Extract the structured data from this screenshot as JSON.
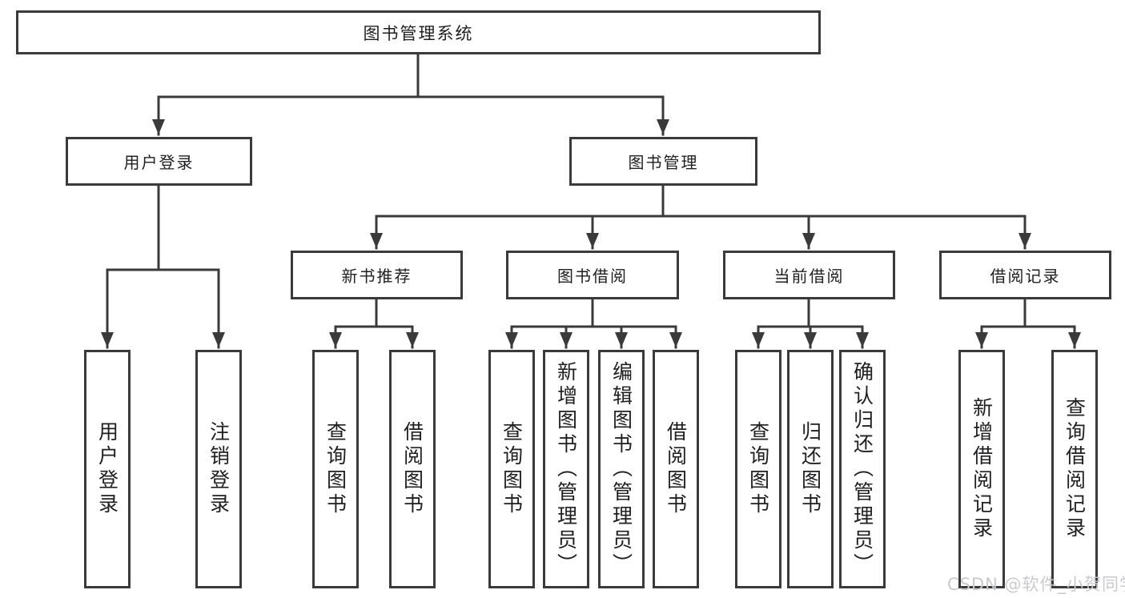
{
  "colors": {
    "line": "#3a3a3a",
    "box_border": "#3a3a3a",
    "box_fill": "#ffffff",
    "text": "#202022",
    "watermark": "#c9cacc",
    "background": "#ffffff"
  },
  "diagram": {
    "root": "图书管理系统",
    "user_login": {
      "label": "用户登录",
      "children": [
        "用户登录",
        "注销登录"
      ]
    },
    "book_management": {
      "label": "图书管理",
      "children": [
        {
          "label": "新书推荐",
          "children": [
            "查询图书",
            "借阅图书"
          ]
        },
        {
          "label": "图书借阅",
          "children": [
            "查询图书",
            "新增图书（管理员）",
            "编辑图书（管理员）",
            "借阅图书"
          ]
        },
        {
          "label": "当前借阅",
          "children": [
            "查询图书",
            "归还图书",
            "确认归还（管理员）"
          ]
        },
        {
          "label": "借阅记录",
          "children": [
            "新增借阅记录",
            "查询借阅记录"
          ]
        }
      ]
    }
  },
  "watermark": "CSDN @软件_小贺同学"
}
